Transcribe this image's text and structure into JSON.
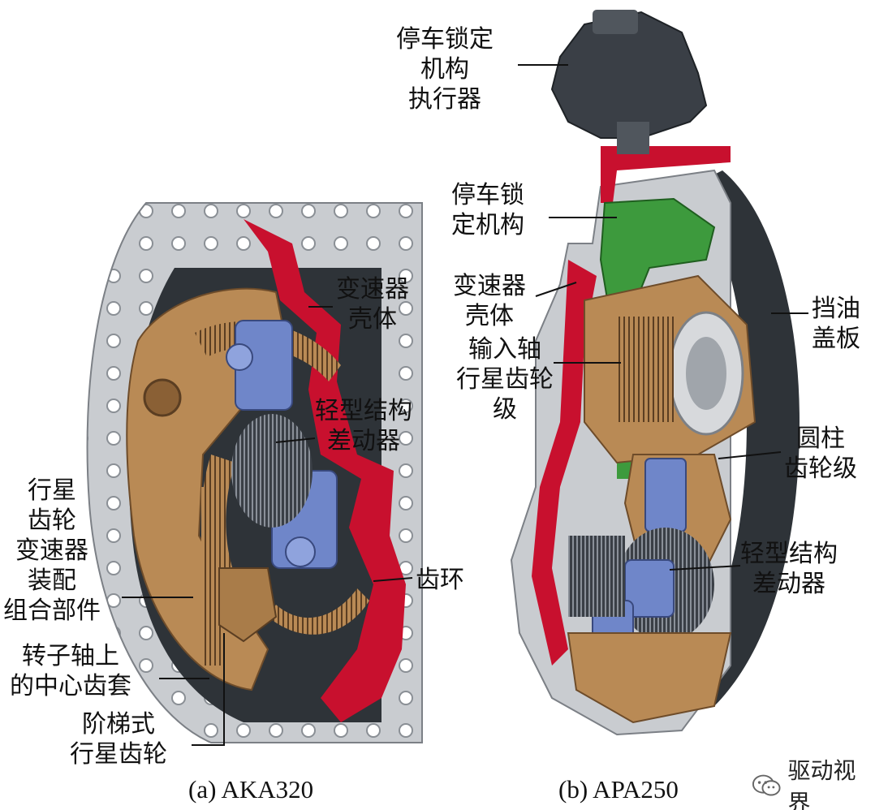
{
  "labels": {
    "a_housing": "变速器\n壳体",
    "a_lightweight_diff": "轻型结构\n差动器",
    "a_planetary_assembly": "行星\n齿轮\n变速器\n装配\n组合部件",
    "a_ring_gear": "齿环",
    "a_rotor_sleeve": "转子轴上\n的中心齿套",
    "a_stepped_planet": "阶梯式\n行星齿轮",
    "b_park_actuator": "停车锁定\n机构\n执行器",
    "b_park_lock": "停车锁\n定机构",
    "b_housing": "变速器\n壳体",
    "b_input_planetary": "输入轴\n行星齿轮\n级",
    "b_oil_baffle": "挡油\n盖板",
    "b_spur_stage": "圆柱\n齿轮级",
    "b_lightweight_diff": "轻型结构\n差动器"
  },
  "captions": {
    "a": "(a) AKA320",
    "b": "(b) APA250"
  },
  "watermark": {
    "text": "驱动视界",
    "icon": "wechat-icon"
  },
  "colors": {
    "housing_red": "#c8102e",
    "gear_bronze": "#b98a55",
    "gear_blue": "#6f86c9",
    "lock_green": "#3d9a3d",
    "aluminium": "#c9ccd0",
    "dark": "#2e3338"
  }
}
